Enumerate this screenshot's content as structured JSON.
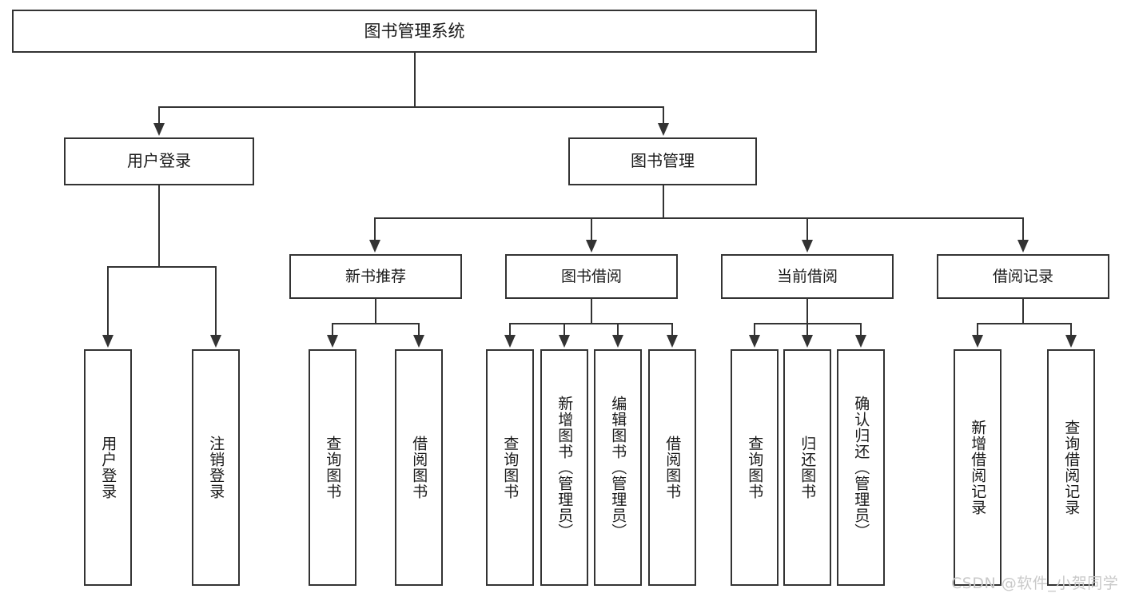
{
  "diagram": {
    "type": "tree-hierarchy",
    "title": "图书管理系统",
    "root": {
      "label": "图书管理系统"
    },
    "level2": [
      {
        "label": "用户登录"
      },
      {
        "label": "图书管理"
      }
    ],
    "level3": [
      {
        "label": "新书推荐"
      },
      {
        "label": "图书借阅"
      },
      {
        "label": "当前借阅"
      },
      {
        "label": "借阅记录"
      }
    ],
    "leaves": [
      {
        "label": "用户登录"
      },
      {
        "label": "注销登录"
      },
      {
        "label": "查询图书"
      },
      {
        "label": "借阅图书"
      },
      {
        "label": "查询图书"
      },
      {
        "label": "新增图书（管理员）"
      },
      {
        "label": "编辑图书（管理员）"
      },
      {
        "label": "借阅图书"
      },
      {
        "label": "查询图书"
      },
      {
        "label": "归还图书"
      },
      {
        "label": "确认归还（管理员）"
      },
      {
        "label": "新增借阅记录"
      },
      {
        "label": "查询借阅记录"
      }
    ],
    "watermark": "CSDN @软件_小贺同学",
    "colors": {
      "stroke": "#333333",
      "background": "#ffffff",
      "text": "#1a1a1a",
      "watermark": "#c9c9c9"
    }
  }
}
